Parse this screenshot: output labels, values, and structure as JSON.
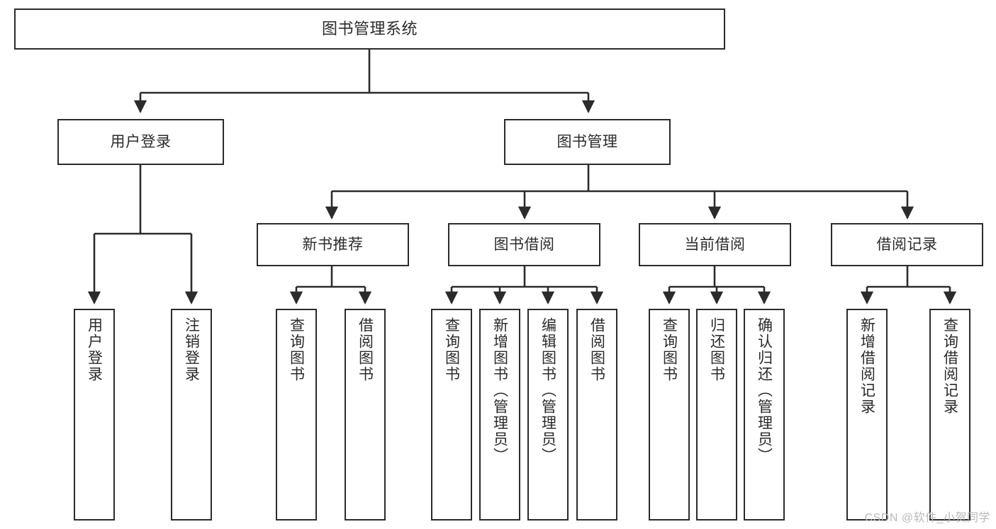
{
  "diagram": {
    "type": "tree-hierarchy",
    "title": "图书管理系统",
    "levels": 4,
    "colors": {
      "box_border": "#2b2b2b",
      "box_fill": "#ffffff",
      "connector": "#2b2b2b",
      "text": "#2b2b2b",
      "watermark": "#b9b9b9"
    }
  },
  "nodes": {
    "root": {
      "label": "图书管理系统"
    },
    "level2": [
      {
        "label": "用户登录"
      },
      {
        "label": "图书管理"
      }
    ],
    "level3": [
      {
        "label": "新书推荐"
      },
      {
        "label": "图书借阅"
      },
      {
        "label": "当前借阅"
      },
      {
        "label": "借阅记录"
      }
    ],
    "leaves": {
      "user_login": [
        {
          "label": "用户登录"
        },
        {
          "label": "注销登录"
        }
      ],
      "new_book_recommend": [
        {
          "label": "查询图书"
        },
        {
          "label": "借阅图书"
        }
      ],
      "book_borrow": [
        {
          "label": "查询图书"
        },
        {
          "label": "新增图书（管理员）"
        },
        {
          "label": "编辑图书（管理员）"
        },
        {
          "label": "借阅图书"
        }
      ],
      "current_borrow": [
        {
          "label": "查询图书"
        },
        {
          "label": "归还图书"
        },
        {
          "label": "确认归还（管理员）"
        }
      ],
      "borrow_record": [
        {
          "label": "新增借阅记录"
        },
        {
          "label": "查询借阅记录"
        }
      ]
    }
  },
  "watermark": {
    "text": "CSDN @软件_小贺同学"
  }
}
